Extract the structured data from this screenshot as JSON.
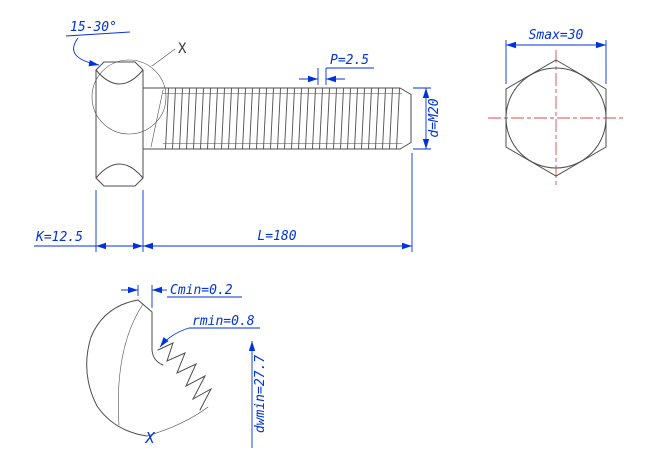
{
  "colors": {
    "dimension": "#0033dd",
    "geometry": "#4d4d4d",
    "centerline": "#e04a4a",
    "background": "#ffffff"
  },
  "views": {
    "side_view": {
      "chamfer_angle": "15-30°",
      "detail_mark": "X",
      "thread_pitch": "P=2.5",
      "thread_diameter": "d=M20",
      "head_height": "K=12.5",
      "bolt_length": "L=180"
    },
    "end_view": {
      "width_across_flats": "Smax=30"
    },
    "detail_view": {
      "washer_chamfer_min": "Cmin=0.2",
      "fillet_radius_min": "rmin=0.8",
      "washer_face_diameter_min": "dwmin=27.7",
      "detail_mark": "X"
    }
  }
}
